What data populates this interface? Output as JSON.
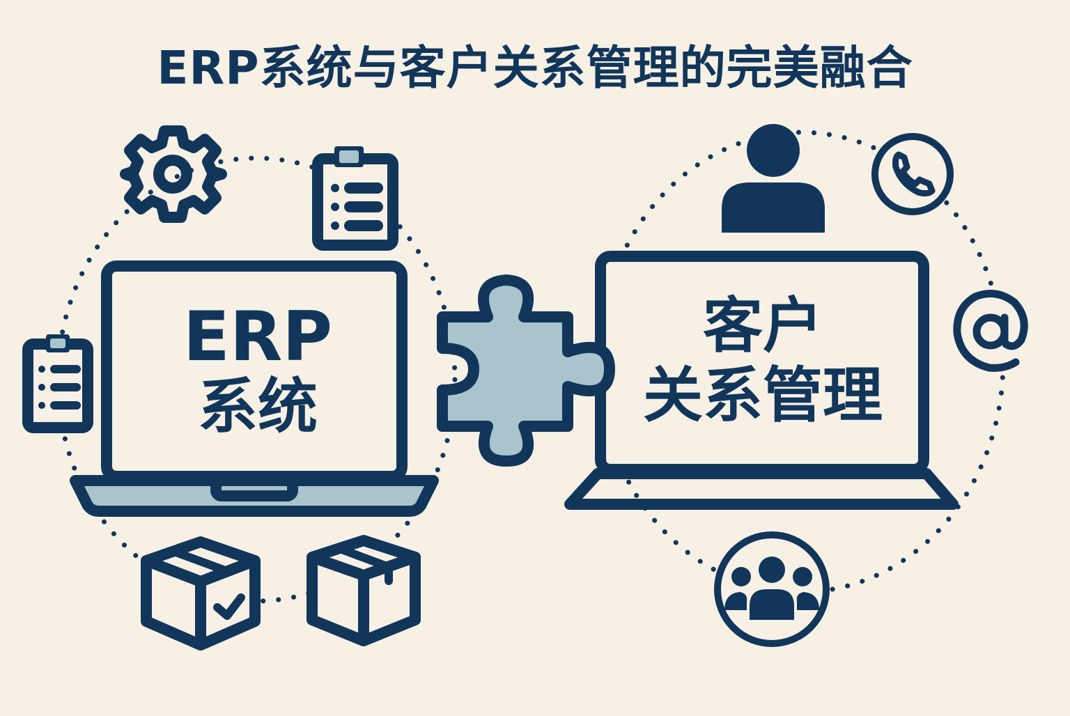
{
  "title": "ERP系统与客户关系管理的完美融合",
  "erp": {
    "line1": "ERP",
    "line2": "系统"
  },
  "crm": {
    "line1": "客户",
    "line2": "关系管理"
  },
  "icons": {
    "erp_side": [
      "gear-icon",
      "clipboard-icon",
      "clipboard-small-icon",
      "box-check-icon",
      "box-icon"
    ],
    "connector": "puzzle-piece-icon",
    "crm_side": [
      "person-icon",
      "phone-icon",
      "at-sign-icon",
      "group-icon"
    ]
  },
  "colors": {
    "navy": "#12365a",
    "light_blue": "#a9c4cd",
    "background": "#f7f0e5"
  }
}
